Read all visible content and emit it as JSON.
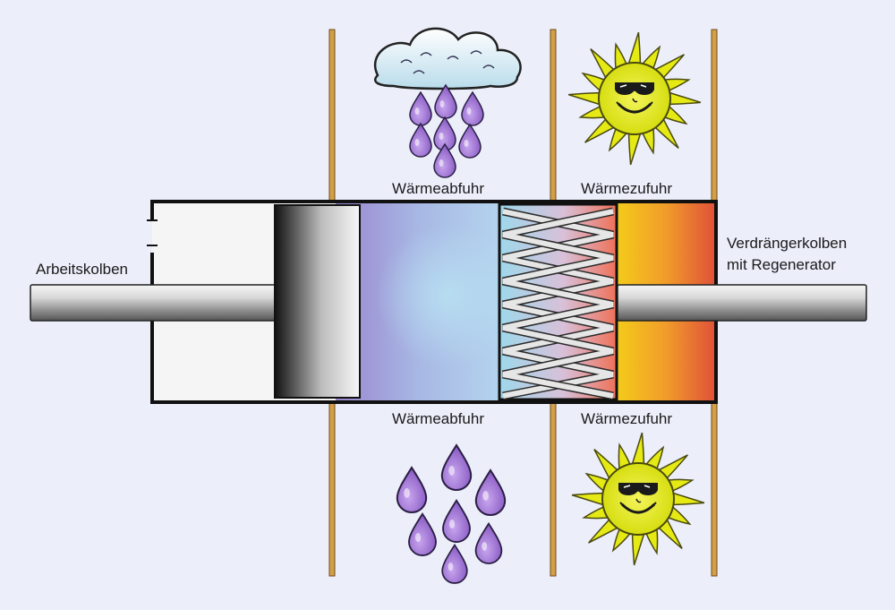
{
  "labels": {
    "heat_removal_top": "Wärmeabfuhr",
    "heat_supply_top": "Wärmezufuhr",
    "heat_removal_bottom": "Wärmeabfuhr",
    "heat_supply_bottom": "Wärmezufuhr",
    "working_piston": "Arbeitskolben",
    "displacer_line1": "Verdrängerkolben",
    "displacer_line2": "mit Regenerator"
  },
  "colors": {
    "background": "#eceefa",
    "divider": "#d4a046",
    "cold": "#9a84cc",
    "hot": "#e04a3a",
    "warm": "#f5c21c",
    "drop": "#9a6fd0",
    "sun": "#e8ea12"
  },
  "icons": [
    "rain-cloud-icon",
    "raindrops-icon",
    "sun-with-sunglasses-icon"
  ]
}
